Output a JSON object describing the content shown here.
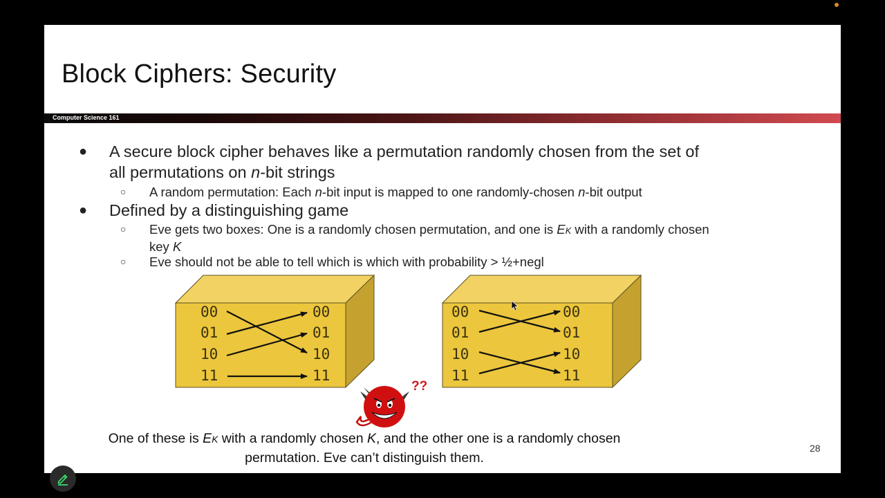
{
  "slide": {
    "title": "Block Ciphers: Security",
    "banner_label": "Computer Science 161",
    "page_number": "28",
    "bullets": [
      {
        "level": 1,
        "line1": "A secure block cipher behaves like a permutation randomly chosen from the set of",
        "line2_pre": "all permutations on ",
        "line2_var": "n",
        "line2_post": "-bit strings"
      },
      {
        "level": 2,
        "pre": "A random permutation: Each ",
        "var1": "n",
        "mid": "-bit input is mapped to one randomly-chosen ",
        "var2": "n",
        "post": "-bit output"
      },
      {
        "level": 1,
        "text": "Defined by a distinguishing game"
      },
      {
        "level": 2,
        "pre": "Eve gets two boxes: One is a randomly chosen permutation, and one is ",
        "E": "E",
        "Ksub": "K",
        "post": " with a randomly chosen",
        "line2_pre": "key ",
        "line2_var": "K"
      },
      {
        "level": 2,
        "text": "Eve should not be able to tell which is which with probability > ½+negl"
      }
    ],
    "bullet_glyph_l1": "●",
    "bullet_glyph_l2": "○",
    "diagram": {
      "box_colors": {
        "front": "#ECC63C",
        "top": "#F1D263",
        "side": "#C5A230",
        "stroke": "#5a5020"
      },
      "left_box": {
        "inputs": [
          "00",
          "01",
          "10",
          "11"
        ],
        "outputs": [
          "00",
          "01",
          "10",
          "11"
        ],
        "mapping": {
          "00": "10",
          "01": "00",
          "10": "01",
          "11": "11"
        }
      },
      "right_box": {
        "inputs": [
          "00",
          "01",
          "10",
          "11"
        ],
        "outputs": [
          "00",
          "01",
          "10",
          "11"
        ],
        "mapping": {
          "00": "01",
          "01": "00",
          "10": "11",
          "11": "10"
        }
      },
      "eve_label": "??"
    },
    "caption": {
      "pre": "One of these is ",
      "E": "E",
      "Ksub": "K",
      "mid": " with a randomly chosen ",
      "Kvar": "K",
      "post": ", and the other one is a randomly chosen",
      "line2": "permutation. Eve can’t distinguish them."
    }
  },
  "overlay": {
    "edit_button_icon": "pencil-icon",
    "recording_dot_color": "#d98a2a"
  }
}
